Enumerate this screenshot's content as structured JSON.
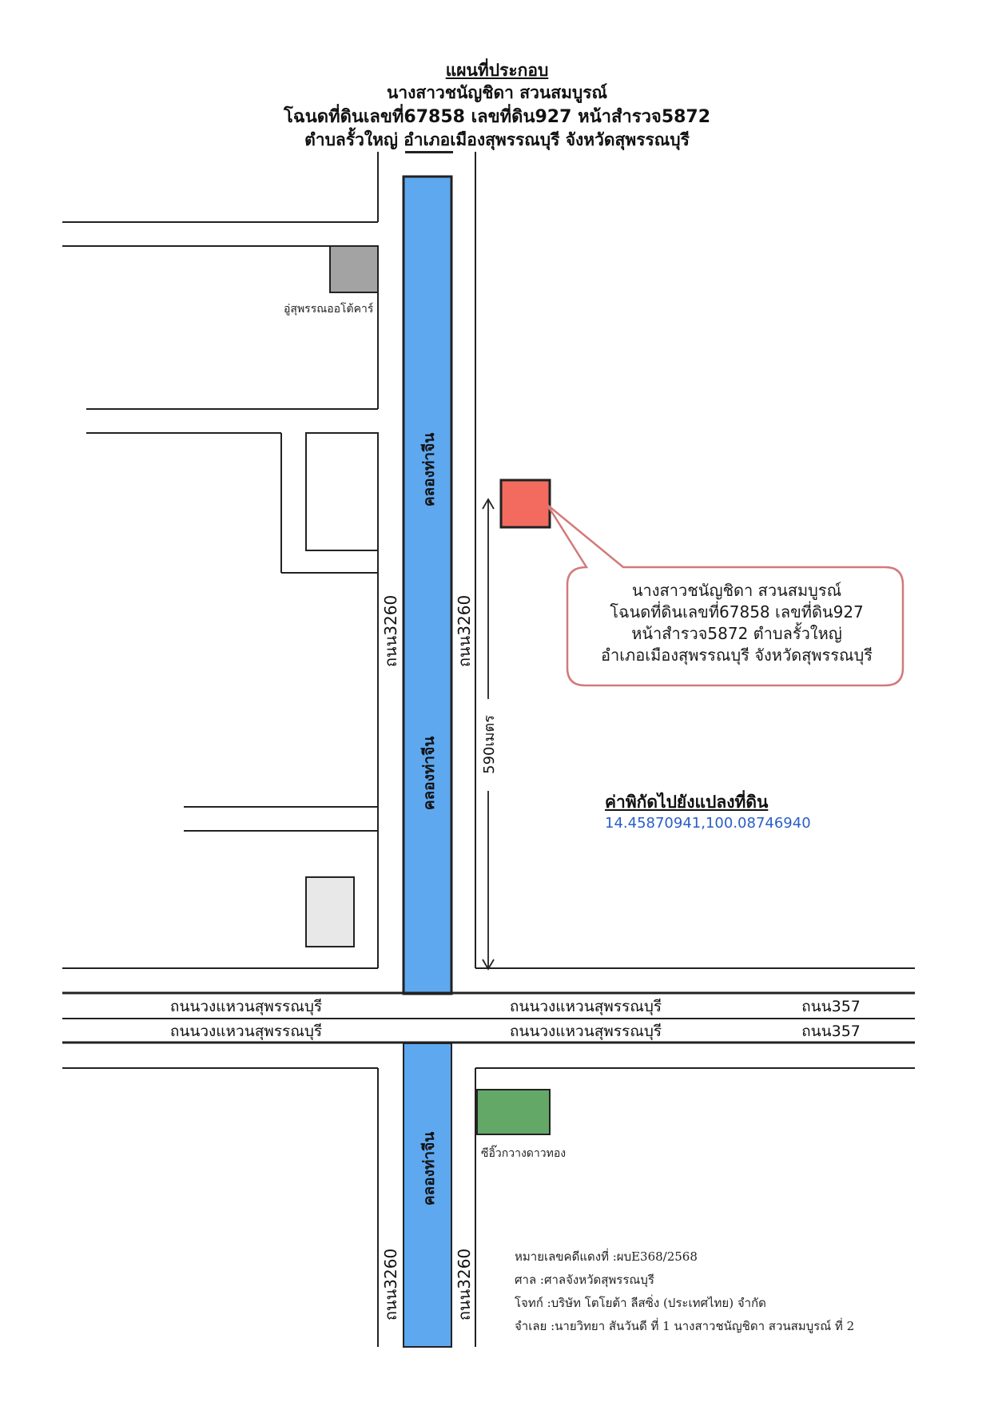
{
  "header": {
    "title": "แผนที่ประกอบ",
    "owner": "นางสาวชนัญชิดา สวนสมบูรณ์",
    "deed": "โฉนดที่ดินเลขที่67858 เลขที่ดิน927 หน้าสำรวจ5872",
    "location": "ตำบลรั้วใหญ่ อำเภอเมืองสุพรรณบุรี จังหวัดสุพรรณบุรี"
  },
  "canal": {
    "name": "คลองท่าจีน"
  },
  "roads": {
    "road_3260": "ถนน3260",
    "ring_road": "ถนนวงแหวนสุพรรณบุรี",
    "road_357": "ถนน357"
  },
  "distance": {
    "label": "590เมตร"
  },
  "landmarks": {
    "auto_car": "อู่สุพรรณออโต้คาร์",
    "pavilion": "ซีอิ๊วกวางดาวทอง"
  },
  "callout": {
    "line1": "นางสาวชนัญชิดา สวนสมบูรณ์",
    "line2": "โฉนดที่ดินเลขที่67858 เลขที่ดิน927",
    "line3": "หน้าสำรวจ5872 ตำบลรั้วใหญ่",
    "line4": "อำเภอเมืองสุพรรณบุรี จังหวัดสุพรรณบุรี"
  },
  "coordinates": {
    "title": "ค่าพิกัดไปยังแปลงที่ดิน",
    "value": "14.45870941,100.08746940"
  },
  "case_info": {
    "line1": "หมายเลขคดีแดงที่ :ผบE368/2568",
    "line2": "ศาล :ศาลจังหวัดสุพรรณบุรี",
    "line3": "โจทก์ :บริษัท โตโยต้า ลีสซิ่ง (ประเทศไทย) จำกัด",
    "line4": "จำเลย :นายวิทยา สันวันดี ที่ 1 นางสาวชนัญชิดา สวนสมบูรณ์ ที่ 2"
  },
  "colors": {
    "canal": "#5ea8ef",
    "target_plot": "#f26b5e",
    "auto_car_building": "#a3a3a3",
    "pavilion_building": "#63a866",
    "lower_building": "#e8e8e8",
    "callout_border": "#d27a7a",
    "coord_value": "#2a5ec8"
  }
}
